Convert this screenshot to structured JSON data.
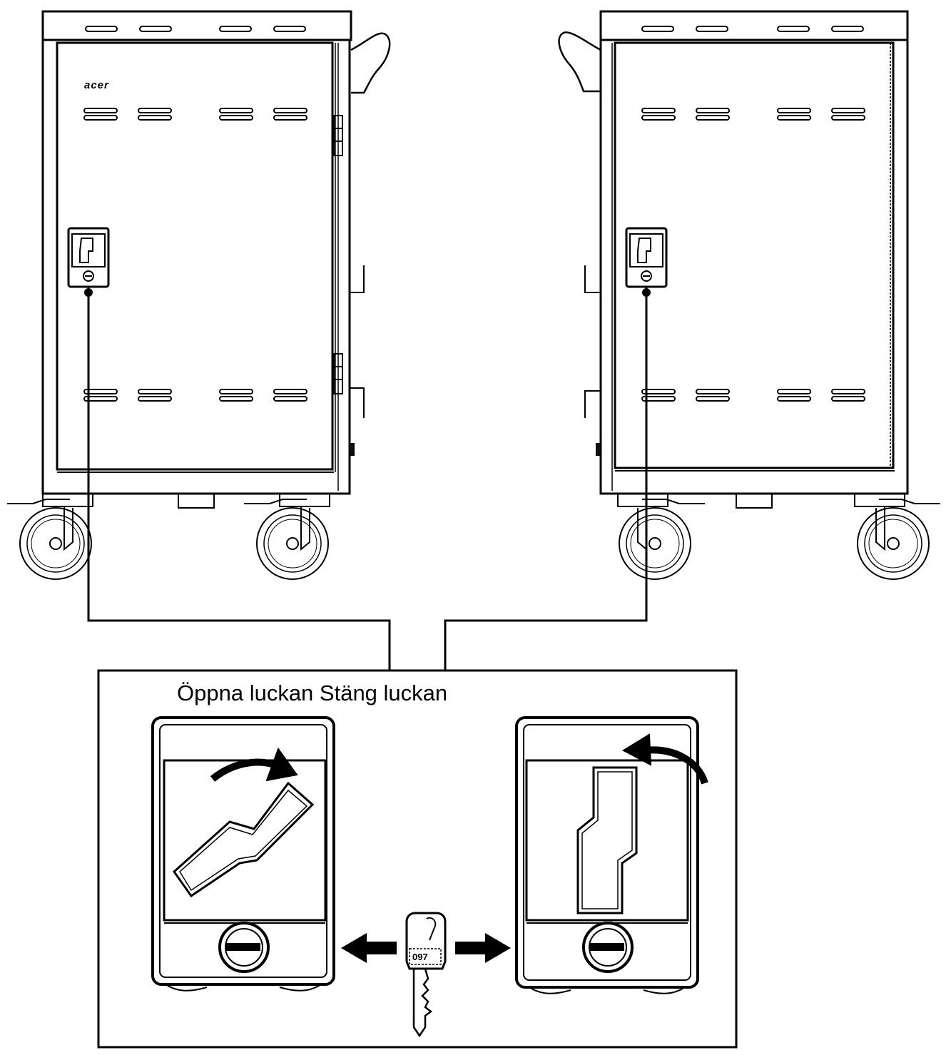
{
  "caption": "Öppna luckan Stäng luckan",
  "key_number": "097",
  "brand_logo": "acer",
  "colors": {
    "line": "#000000",
    "background": "#ffffff",
    "fill_dark": "#111111"
  },
  "icons": [
    "arrow-left-icon",
    "arrow-right-icon",
    "curved-arrow-icon",
    "key-icon",
    "lock-icon",
    "caster-wheel-icon"
  ]
}
